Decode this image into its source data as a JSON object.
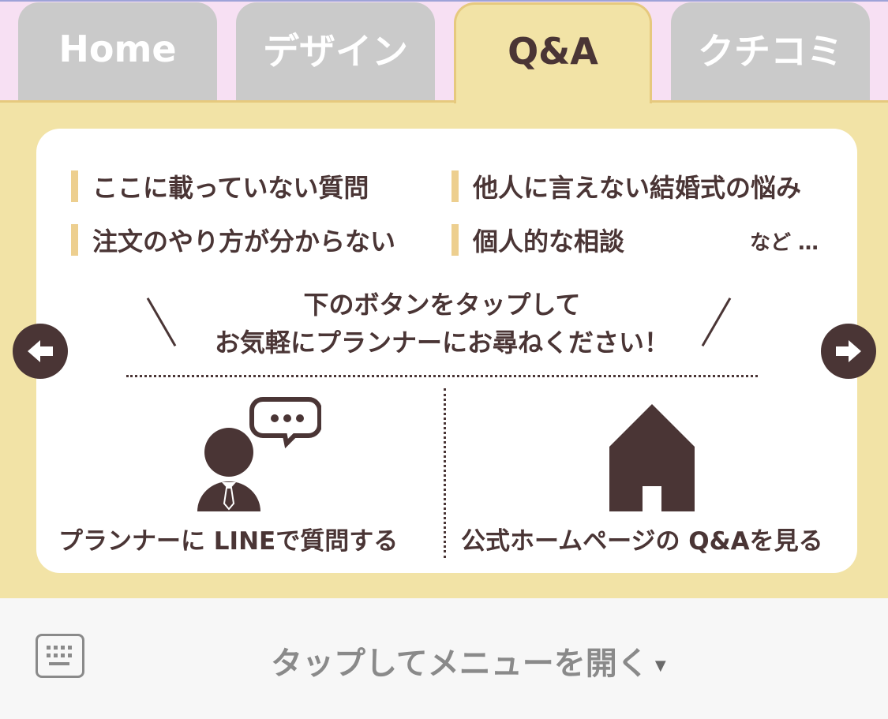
{
  "tabs": [
    {
      "label": "Home"
    },
    {
      "label": "デザイン"
    },
    {
      "label": "Q&A",
      "active": true
    },
    {
      "label": "クチコミ"
    }
  ],
  "questions": [
    "ここに載っていない質問",
    "他人に言えない結婚式の悩み",
    "注文のやり方が分からない",
    "個人的な相談"
  ],
  "etc_label": "など …",
  "prompt": {
    "line1": "下のボタンをタップして",
    "line2": "お気軽にプランナーにお尋ねください！"
  },
  "options": {
    "line": {
      "label": "プランナーに LINEで質問する",
      "icon": "planner-chat-icon"
    },
    "homepage": {
      "label": "公式ホームページの Q&Aを見る",
      "icon": "house-icon"
    }
  },
  "bottom_bar": {
    "menu_label": "タップしてメニューを開く",
    "caret": "▼"
  },
  "colors": {
    "tab_inactive": "#cacaca",
    "tab_active": "#f2e3a6",
    "panel_bg": "#f2e3a6",
    "accent_bar": "#edcf8f",
    "text_dark": "#4a3535",
    "top_band": "#f7e0f3"
  }
}
